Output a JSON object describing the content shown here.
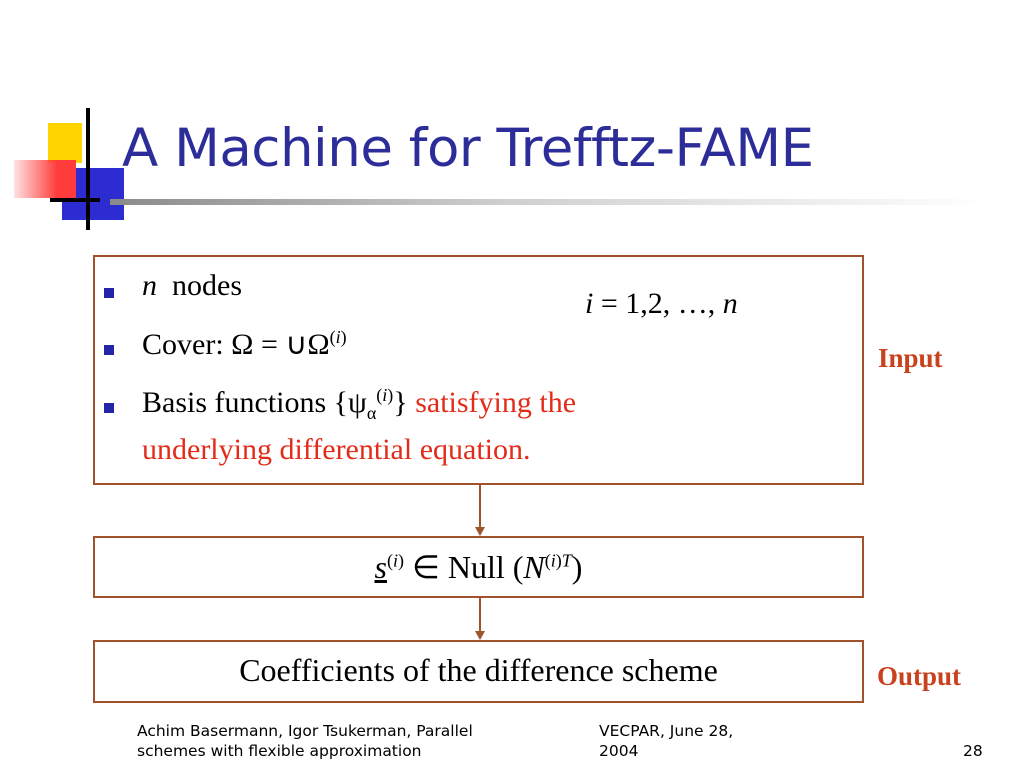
{
  "slide": {
    "title": "A Machine for Trefftz-FAME",
    "number": "28"
  },
  "input_box": {
    "bullet1": {
      "var": "n",
      "text": "nodes"
    },
    "index_range": {
      "var": "i",
      "eq": " = 1,2, …, ",
      "var2": "n"
    },
    "bullet2": {
      "prefix": "Cover: Ω = ∪Ω",
      "sup_open": "(",
      "sup_var": "i",
      "sup_close": ")"
    },
    "bullet3": {
      "prefix": "Basis functions {ψ",
      "sub": "α",
      "sup_open": "(",
      "sup_var": "i",
      "sup_close": ")",
      "close": "} ",
      "red_line1": "satisfying the",
      "red_line2": "underlying differential equation."
    }
  },
  "labels": {
    "input": "Input",
    "output": "Output"
  },
  "mid_box": {
    "s": "s",
    "s_sup_open": "(",
    "s_sup_var": "i",
    "s_sup_close": ")",
    "in_null": " ∈ Null (",
    "N": "N",
    "N_sup_open": "(",
    "N_sup_var": "i",
    "N_sup_close": ")",
    "N_sup_T": "T",
    "close": ")"
  },
  "output_box": {
    "text": "Coefficients of the difference scheme"
  },
  "footer": {
    "authors_line1": "Achim Basermann, Igor Tsukerman, Parallel",
    "authors_line2": "schemes with flexible approximation",
    "conf_line1": "VECPAR, June 28,",
    "conf_line2": "2004"
  },
  "colors": {
    "title": "#2d2d9a",
    "accent_red": "#e22b18",
    "box_border": "#a0522d",
    "label": "#c8421e"
  }
}
